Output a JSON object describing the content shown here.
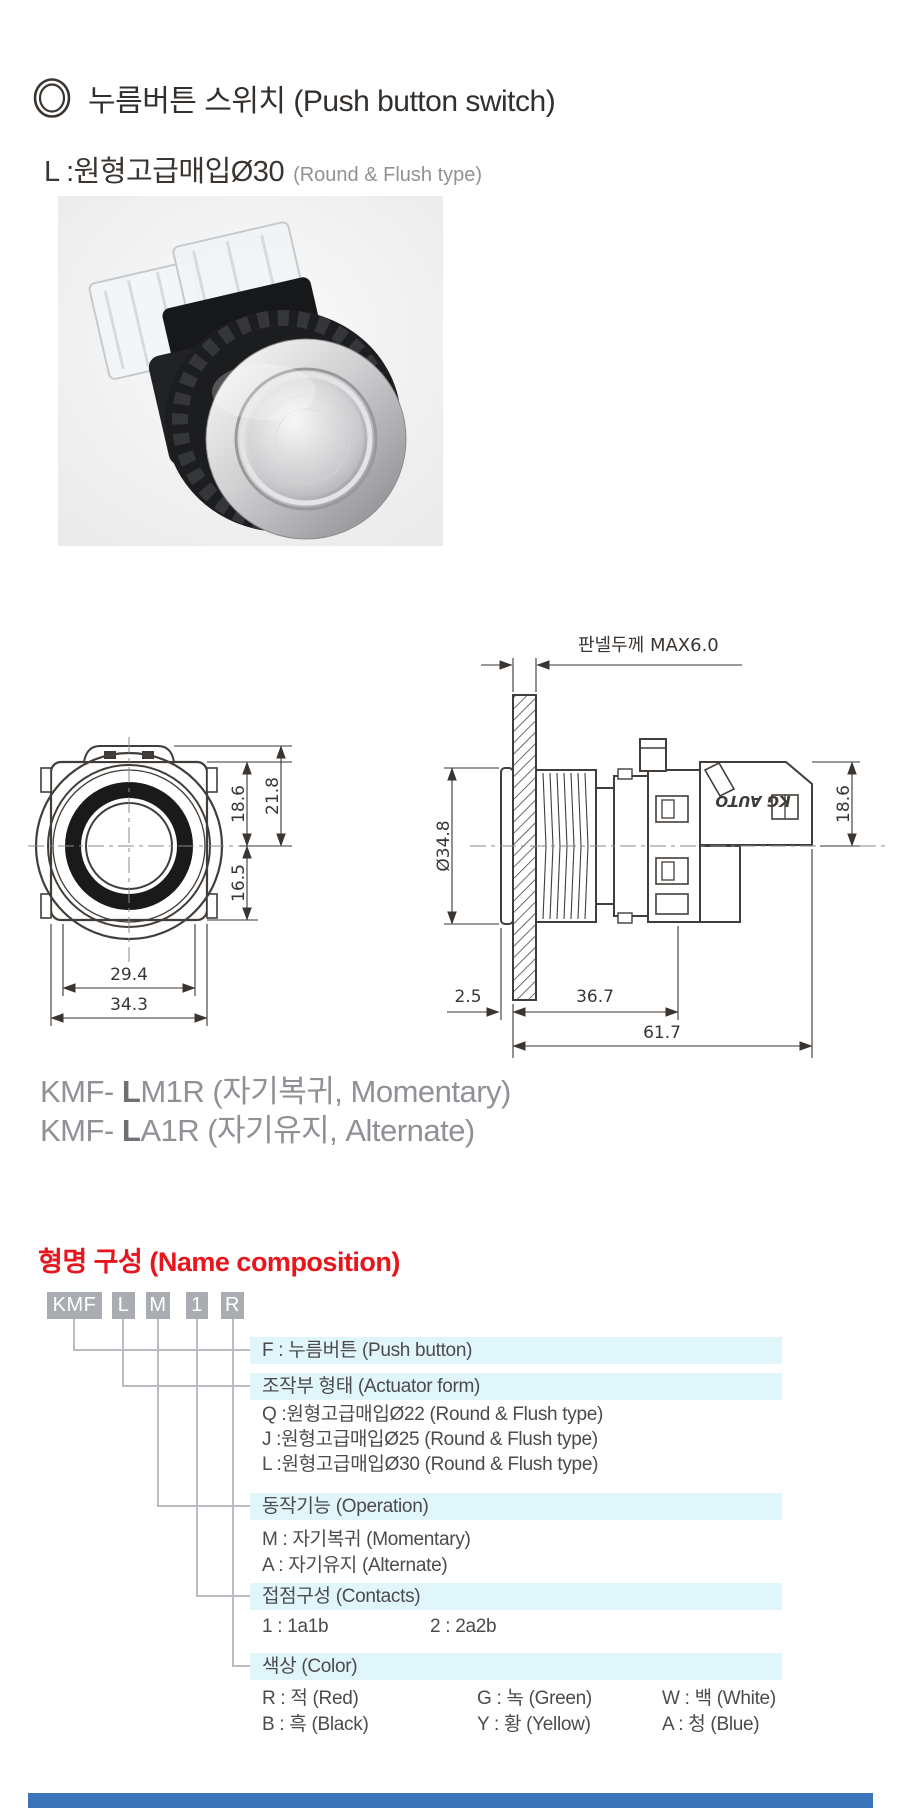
{
  "header": {
    "title_ko": "누름버튼 스위치",
    "title_en": "(Push button switch)"
  },
  "subtype": {
    "code": "L :",
    "name_ko": "원형고급매입Ø30",
    "name_en": "(Round & Flush type)"
  },
  "dimensions": {
    "panel_thickness_label": "판넬두께 MAX6.0",
    "front_view": {
      "upper_inner": "18.6",
      "upper_outer": "21.8",
      "lower": "16.5",
      "width_inner": "29.4",
      "width_outer": "34.3"
    },
    "side_view": {
      "diameter": "Ø34.8",
      "height": "18.6",
      "protrusion": "2.5",
      "behind_panel": "36.7",
      "total_length": "61.7",
      "brand_mark": "KG AUTO"
    }
  },
  "models": {
    "momentary": {
      "prefix": "KMF- ",
      "bold": "L",
      "suffix": "M1R (자기복귀, Momentary)"
    },
    "alternate": {
      "prefix": "KMF- ",
      "bold": "L",
      "suffix": "A1R (자기유지, Alternate)"
    }
  },
  "composition": {
    "heading_ko": "형명 구성",
    "heading_en": "(Name composition)",
    "code_boxes": [
      "KMF",
      "L",
      "M",
      "1",
      "R"
    ],
    "rows": [
      {
        "kind": "band",
        "text": "F : 누름버튼 (Push button)"
      },
      {
        "kind": "band",
        "text": "조작부 형태 (Actuator form)"
      },
      {
        "kind": "plain",
        "text": "Q :원형고급매입Ø22 (Round & Flush type)"
      },
      {
        "kind": "plain",
        "text": "J :원형고급매입Ø25 (Round & Flush type)"
      },
      {
        "kind": "plain",
        "text": "L :원형고급매입Ø30 (Round & Flush type)"
      },
      {
        "kind": "band",
        "text": "동작기능 (Operation)"
      },
      {
        "kind": "plain",
        "text": "M : 자기복귀 (Momentary)"
      },
      {
        "kind": "plain",
        "text": "A : 자기유지 (Alternate)"
      },
      {
        "kind": "band",
        "text": "접점구성 (Contacts)"
      },
      {
        "kind": "columns",
        "a": "1 : 1a1b",
        "b": "2 : 2a2b"
      },
      {
        "kind": "band",
        "text": "색상 (Color)"
      },
      {
        "kind": "columns",
        "a": "R : 적 (Red)",
        "b": "G : 녹 (Green)",
        "c": "W : 백 (White)"
      },
      {
        "kind": "columns",
        "a": "B : 흑 (Black)",
        "b": "Y : 황 (Yellow)",
        "c": "A : 청 (Blue)"
      }
    ]
  },
  "colors": {
    "accent_red": "#e8151c",
    "band_cyan": "#e1f6fb",
    "code_box_gray": "#a9adb2",
    "footer_blue": "#3b74b9",
    "model_text_gray": "#8f9196"
  }
}
